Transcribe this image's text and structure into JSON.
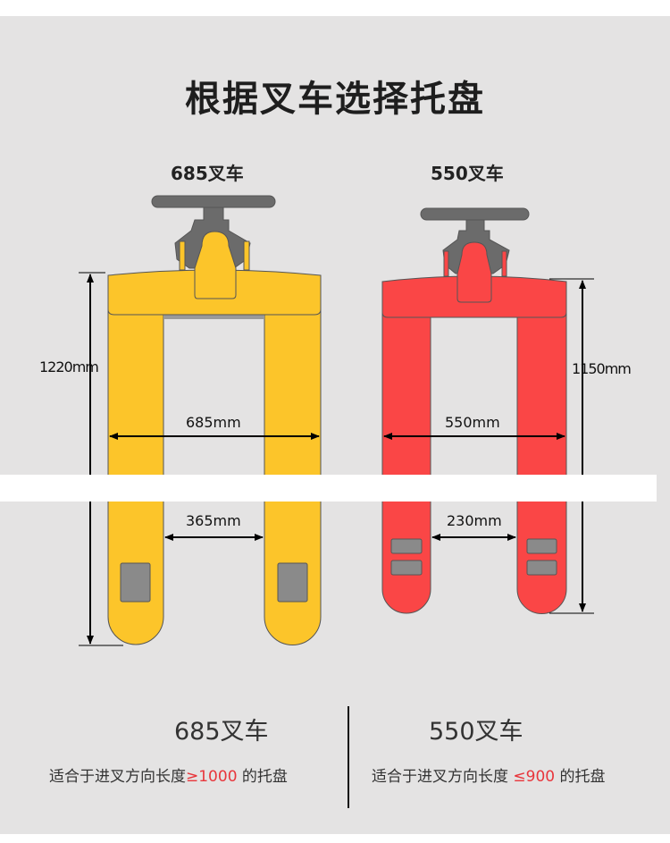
{
  "title": "根据叉车选择托盘",
  "forklifts": [
    {
      "label": "685叉车",
      "color": "#fcc52a",
      "length": "1220mm",
      "outer_width": "685mm",
      "inner_width": "365mm",
      "caption": "685叉车",
      "desc_prefix": "适合于进叉方向长度",
      "desc_value": "≥1000",
      "desc_suffix": "的托盘"
    },
    {
      "label": "550叉车",
      "color": "#fa4646",
      "length": "1150mm",
      "outer_width": "550mm",
      "inner_width": "230mm",
      "caption": "550叉车",
      "desc_prefix": "适合于进叉方向长度",
      "desc_value": "≤900",
      "desc_suffix": "的托盘"
    }
  ]
}
